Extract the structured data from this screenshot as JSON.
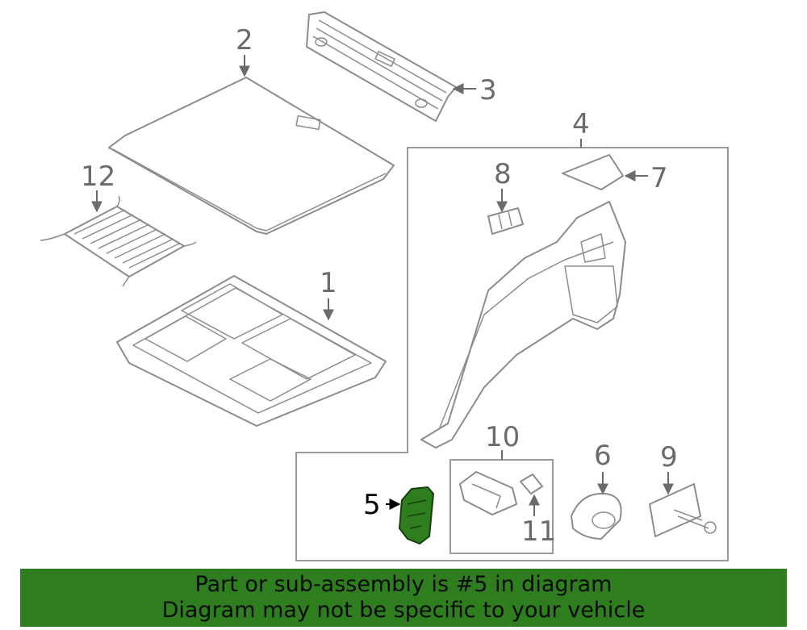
{
  "diagram": {
    "callouts": [
      "1",
      "2",
      "3",
      "4",
      "5",
      "6",
      "7",
      "8",
      "9",
      "10",
      "11",
      "12"
    ],
    "highlight_part": "5",
    "highlight_color": "#2e7d1e"
  },
  "banner": {
    "line1": "Part or sub-assembly is #5 in diagram",
    "line2": "Diagram may not be specific to your vehicle",
    "background": "#2e7d1e"
  }
}
